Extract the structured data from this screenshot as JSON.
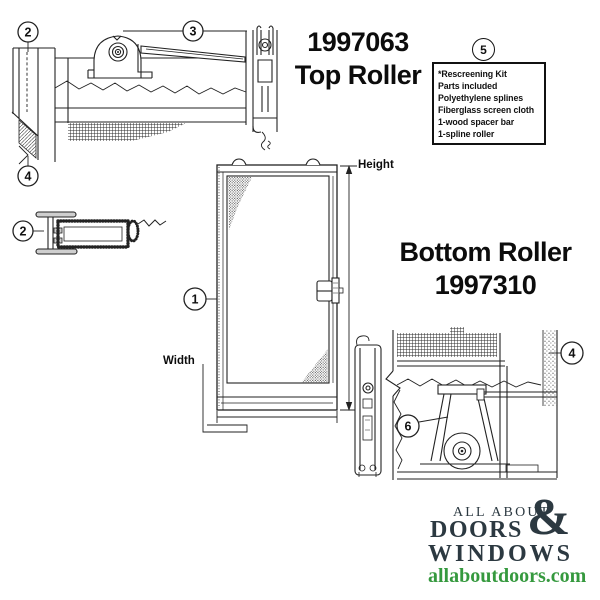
{
  "top_section": {
    "part_number": "1997063",
    "product": "Top Roller"
  },
  "bottom_section": {
    "product": "Bottom Roller",
    "part_number": "1997310"
  },
  "rescreening_kit": {
    "lines": [
      "*Rescreening Kit",
      "Parts included",
      "Polyethylene splines",
      "Fiberglass screen cloth",
      "1-wood spacer bar",
      "1-spline roller"
    ]
  },
  "door_diagram": {
    "height_label": "Height",
    "width_label": "Width"
  },
  "callouts": {
    "1": "1",
    "2": "2",
    "3": "3",
    "4": "4",
    "5": "5",
    "6": "6"
  },
  "logo": {
    "tagline": "ALL ABOUT",
    "word1": "DOORS",
    "ampersand": "&",
    "word2": "WINDOWS",
    "website": "allaboutdoors.com"
  },
  "colors": {
    "ink": "#222222",
    "logo_dark": "#2c3941",
    "logo_green": "#35993e"
  }
}
